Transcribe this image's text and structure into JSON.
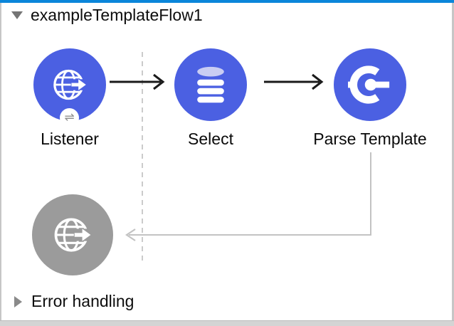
{
  "flow": {
    "title": "exampleTemplateFlow1",
    "nodes": [
      {
        "id": "listener",
        "label": "Listener",
        "icon": "globe-arrow-icon",
        "badge_icon": "swap-icon",
        "badge_glyph": "⇌"
      },
      {
        "id": "select",
        "label": "Select",
        "icon": "database-icon"
      },
      {
        "id": "parse-template",
        "label": "Parse Template",
        "icon": "mule-core-icon"
      }
    ],
    "ghost_node": {
      "id": "request-disabled",
      "icon": "globe-arrow-icon"
    }
  },
  "error_handling": {
    "title": "Error handling"
  },
  "colors": {
    "accent": "#4b60e2",
    "ghost": "#9b9b9b",
    "connector": "#c3c3c3",
    "dashed": "#cbcbcb",
    "dbtop": "#c9cdf3",
    "topbar": "#0a86da"
  }
}
